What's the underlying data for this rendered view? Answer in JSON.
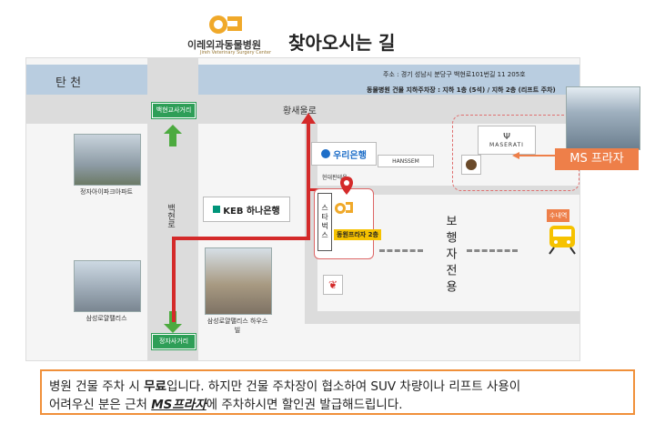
{
  "header": {
    "logo_name": "이레외과동물병원",
    "logo_sub": "Jireh Veterinary Surgery Center",
    "title": "찾아오시는 길"
  },
  "map": {
    "district_label": "탄 천",
    "address": "주소 : 경기 성남시 분당구 백현로101번길 11 205호",
    "parking_info": "동물병원 건물 지하주차장 : 지하 1층 (5석) / 지하 2층 (리프트 주차)",
    "main_road": "황새울로",
    "side_road": "백현로",
    "intersection_top": "백현교사거리",
    "intersection_bottom": "정자사거리",
    "bike_path": "보행자전용",
    "banks": {
      "woori": "우리은행",
      "hana": "KEB 하나은행",
      "hanssem": "HANSSEM",
      "maserati": "MASERATI",
      "hyundai_caption": "현대판테온"
    },
    "buildings": {
      "jeongja_i_park": "정자아이파크아파트",
      "samsung_royal_palace": "삼성로얄팰리스",
      "samsung_royal_palace_house": "삼성로얄팰리스 하우스빌"
    },
    "clinic_tag": "동원프라자 2층",
    "clinic_sign": "스타벅스",
    "ms_plaza": "MS 프라자",
    "station": "수내역"
  },
  "note": {
    "line1_pre": "병원 건물 주차 시 ",
    "line1_bold": "무료",
    "line1_post": "입니다. 하지만 건물 주차장이 협소하여 SUV 차량이나 리프트 사용이",
    "line2_pre": "어려우신 분은 근처 ",
    "line2_bold": "MS프라자",
    "line2_post": "에 주차하시면 할인권 발급해드립니다."
  },
  "colors": {
    "route_red": "#d42a2a",
    "sign_green": "#2e9e57",
    "accent_orange": "#ee7f49",
    "top_band_blue": "#b9cde0"
  }
}
